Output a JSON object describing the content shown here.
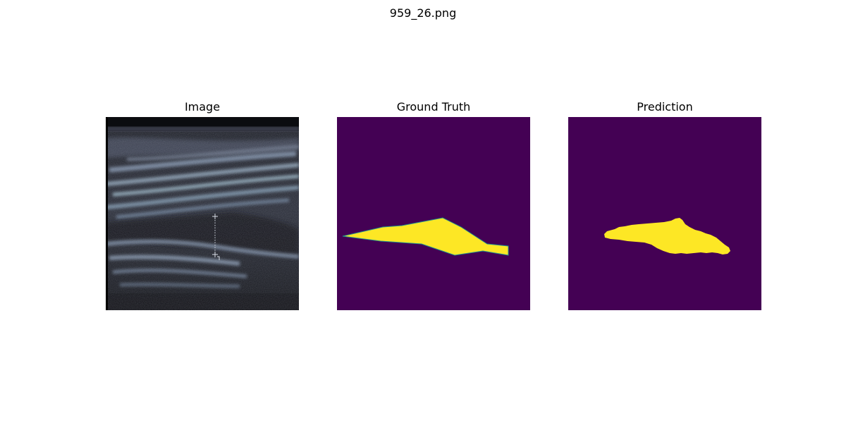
{
  "figure": {
    "title": "959_26.png",
    "panels": [
      {
        "title": "Image"
      },
      {
        "title": "Ground Truth"
      },
      {
        "title": "Prediction"
      }
    ]
  },
  "colors": {
    "mask_background": "#440154",
    "mask_foreground": "#fde725",
    "mask_edge": "#21918c"
  }
}
